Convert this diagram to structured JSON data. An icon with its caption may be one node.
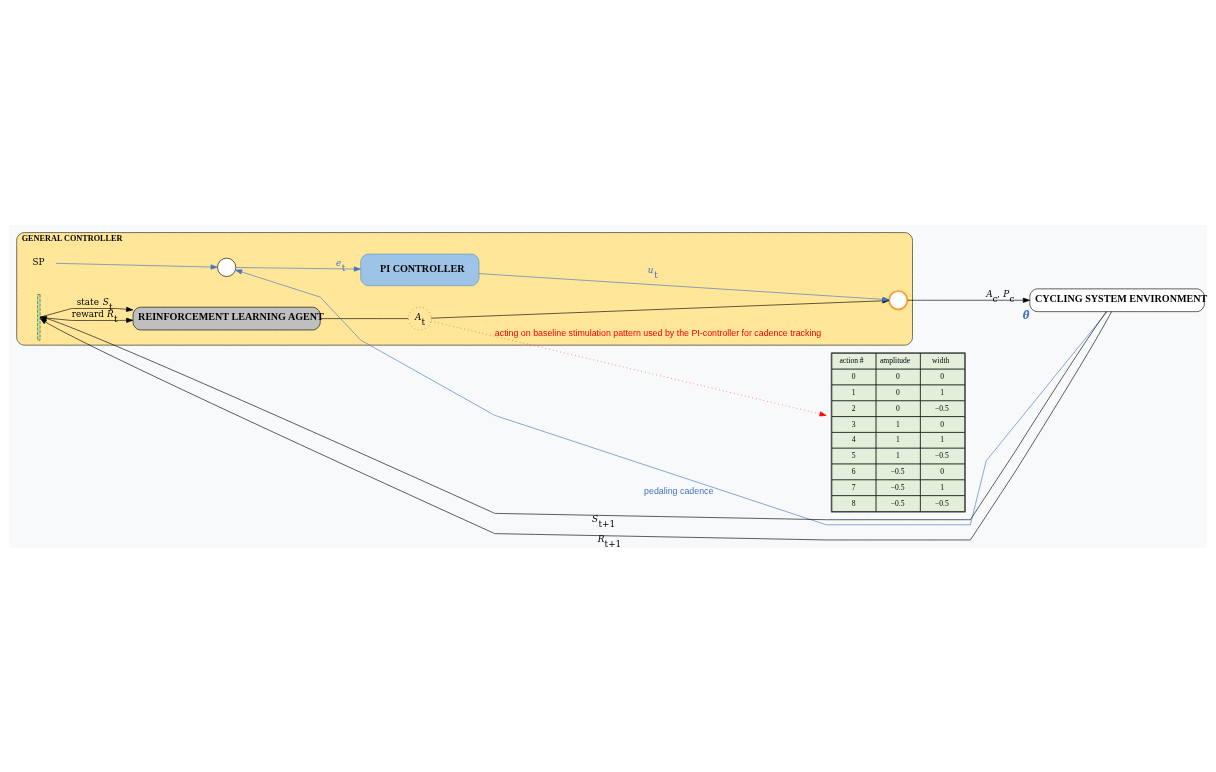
{
  "diagram": {
    "nodes": [
      {
        "text": [
          "GENERAL CONTROLLER"
        ]
      },
      {
        "text": [
          "REINFORCEMENT LEARNING AGENT"
        ],
        "in": 0
      },
      {
        "text": [
          "*A*$_{t}$"
        ],
        "in": 0
      },
      {
        "text": [],
        "shape": "circle",
        "in": 0
      },
      {
        "text": [
          "SP"
        ],
        "in": 0
      },
      {
        "text": [],
        "shape": "circle",
        "in": 0
      },
      {
        "text": [
          "PI CONTROLLER"
        ],
        "in": 0
      },
      {
        "text": [],
        "shape": "bar",
        "in": 0
      },
      {
        "text": [
          "CYCLING SYSTEM ENVIRONMENT"
        ],
        "beside": [
          "*θ̇*"
        ]
      },
      {
        "text": [
          "action #",
          "amplitude",
          "width",
          "0",
          "0",
          "0",
          "1",
          "0",
          "1",
          "2",
          "0",
          "−0.5",
          "3",
          "1",
          "0",
          "4",
          "1",
          "1",
          "5",
          "1",
          "−0.5",
          "6",
          "−0.5",
          "0",
          "7",
          "−0.5",
          "1",
          "8",
          "−0.5",
          "−0.5"
        ]
      }
    ],
    "edges": [
      {
        "from": 7,
        "to": 1,
        "arrow": "to",
        "label": "reward *R*$_{t}$"
      },
      {
        "from": 7,
        "to": 1,
        "arrow": "to",
        "label": "state *S*$_{t}$"
      },
      {
        "from": 1,
        "to": 2,
        "arrow": "none"
      },
      {
        "from": 2,
        "to": 3,
        "arrow": "to"
      },
      {
        "from": 2,
        "to": 9,
        "arrow": "to",
        "style": "dashed",
        "color": "#ff0000",
        "label": "acting on baseline stimulation pattern used by the PI-controller for cadence tracking"
      },
      {
        "from": 4,
        "to": 5,
        "arrow": "to",
        "color": "#4472c4"
      },
      {
        "from": 5,
        "to": 6,
        "arrow": "to",
        "color": "#4472c4",
        "label": "*e*$_{t}$"
      },
      {
        "from": 6,
        "to": 3,
        "arrow": "to",
        "color": "#4472c4",
        "label": "*u*$_{t}$"
      },
      {
        "from": 3,
        "to": 8,
        "arrow": "to",
        "label": "*A*$_{c}$, *P*$_{c}$"
      },
      {
        "from": 8,
        "to": 5,
        "arrow": "to",
        "color": "#4472c4",
        "label": "pedaling cadence"
      },
      {
        "from": 8,
        "to": 7,
        "arrow": "to",
        "label": "*R*$_{t+1}$"
      },
      {
        "from": 8,
        "to": 7,
        "arrow": "to",
        "label": "*S*$_{t+1}$"
      }
    ]
  }
}
